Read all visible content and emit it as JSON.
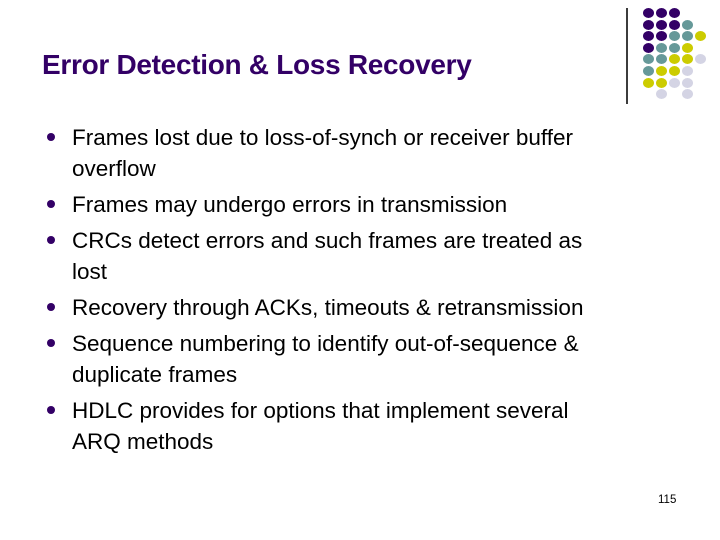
{
  "slide": {
    "title": "Error Detection & Loss Recovery",
    "bullets": [
      "Frames lost due to loss-of-synch or receiver buffer\noverflow",
      "Frames may undergo errors in transmission",
      "CRCs detect errors and such frames are treated as\nlost",
      "Recovery through ACKs, timeouts & retransmission",
      "Sequence numbering to identify out-of-sequence &\nduplicate frames",
      "HDLC provides for options that implement several\nARQ methods"
    ],
    "page_number": "115"
  },
  "colors": {
    "title": "#330066",
    "bullet_marker": "#330066",
    "body_text": "#000000",
    "separator": "#3c3c3c"
  },
  "decor": {
    "dot_pattern": {
      "palette": {
        "P": "#330066",
        "T": "#669999",
        "Y": "#CCCC00",
        "G": "#D4D4E4"
      },
      "rows": [
        "PPP..",
        "PPPT.",
        "PPTTY",
        "PTTY.",
        "TTYYG",
        "TYYG.",
        "YYGG.",
        ".G.G."
      ],
      "col_spacing": 13,
      "row_spacing": 11.6
    }
  }
}
